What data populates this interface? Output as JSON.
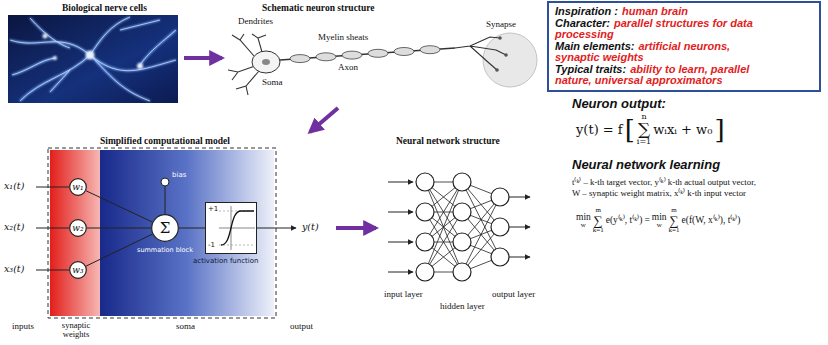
{
  "diagram": {
    "nodes": [
      {
        "text": [
          "Inspiration :",
          "human brain",
          "Character:",
          "parallel structures for data processing",
          "Main elements:",
          "artificial neurons, synaptic weights",
          "Typical traits:",
          "ability to learn, parallel nature, universal approximators"
        ]
      },
      {
        "text": [
          "w₁"
        ]
      },
      {
        "text": [
          "w₂"
        ]
      },
      {
        "text": [
          "w₃"
        ]
      },
      {
        "text": [
          "Σ"
        ]
      },
      {
        "text": [
          "+1",
          "-1"
        ]
      }
    ],
    "edges": [
      {
        "from": 1,
        "to": 4,
        "arrow": "none"
      },
      {
        "from": 2,
        "to": 4,
        "arrow": "none"
      },
      {
        "from": 3,
        "to": 4,
        "arrow": "none"
      },
      {
        "from": 4,
        "to": 5,
        "arrow": "none"
      }
    ],
    "labels": [
      "Biological nerve cells",
      "Schematic neuron structure",
      "Dendrites",
      "Myelin sheats",
      "Synapse",
      "Axon",
      "Soma",
      "Simplified computational model",
      "Neural network structure",
      "x₁(t)",
      "x₂(t)",
      "x₃(t)",
      "bias",
      "summation block",
      "activation function",
      "y(t)",
      "inputs",
      "synaptic weights",
      "soma",
      "output",
      "input layer",
      "hidden layer",
      "output layer",
      "Neuron output:",
      "y(t) = f",
      "[",
      "n",
      "∑",
      "i=1",
      "wᵢxᵢ + w₀",
      "]",
      "Neural network learning",
      "t⁽ᵏ⁾ – k-th target vector, y⁽ᵏ⁾ k-th actual output vector,",
      "W – synaptic weight matrix, x⁽ᵏ⁾ k-th input vector",
      "min",
      "w",
      "m",
      "∑",
      "k=1",
      "e(y⁽ᵏ⁾, t⁽ᵏ⁾)",
      "=",
      "min",
      "w",
      "m",
      "∑",
      "k=1",
      "e(f(W, x⁽ᵏ⁾), t⁽ᵏ⁾)"
    ]
  }
}
